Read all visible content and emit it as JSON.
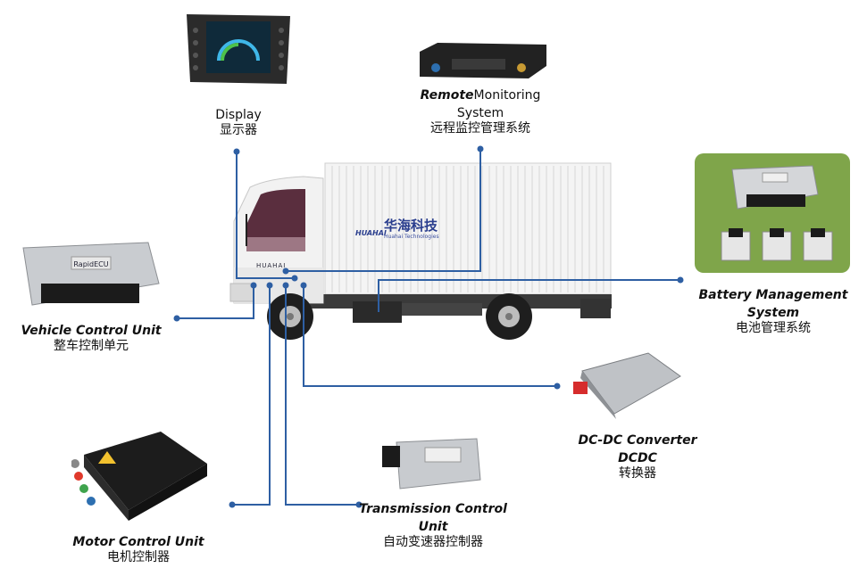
{
  "colors": {
    "wire": "#2e5fa3",
    "bms_panel": "#7fa54a",
    "brand": "#2a3e8e"
  },
  "truck": {
    "cab_text": "HUAHAI",
    "brand_cn": "华海科技",
    "brand_en": "Huahai Technologies",
    "brand_logo": "HUAHAI"
  },
  "labels": {
    "display": {
      "en": "Display",
      "cn": "显示器"
    },
    "remote": {
      "en_bold": "Remote",
      "en_rest1": "Monitoring",
      "en_rest2": "System",
      "cn": "远程监控管理系统"
    },
    "vcu": {
      "en": "Vehicle Control Unit",
      "cn": "整车控制单元"
    },
    "bms": {
      "en1": "Battery Management",
      "en2": "System",
      "cn": "电池管理系统"
    },
    "dcdc": {
      "en1": "DC-DC Converter",
      "en2": "DCDC",
      "cn": "转换器"
    },
    "tcu": {
      "en1": "Transmission Control",
      "en2": "Unit",
      "cn": "自动变速器控制器"
    },
    "mcu": {
      "en": "Motor Control Unit",
      "cn": "电机控制器"
    }
  },
  "ecu_label": "RapidECU"
}
